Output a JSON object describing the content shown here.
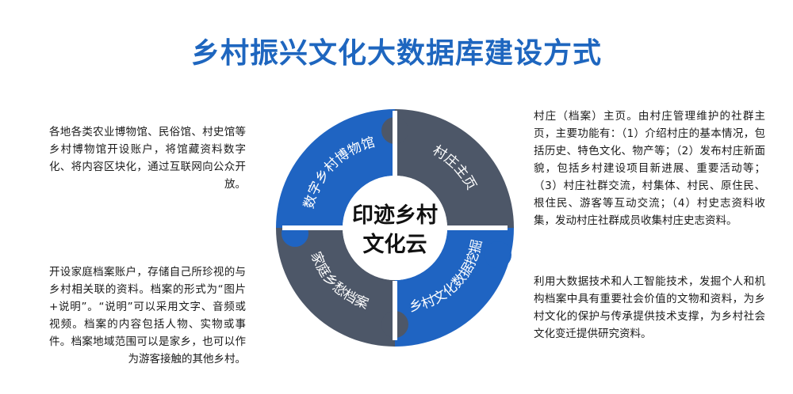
{
  "title": "乡村振兴文化大数据库建设方式",
  "center": {
    "line1": "印迹乡村",
    "line2": "文化云"
  },
  "segments": {
    "top_left": {
      "label": "数字乡村博物馆",
      "color": "#1f64c2"
    },
    "top_right": {
      "label": "村庄主页",
      "color": "#4d5768"
    },
    "bottom_right": {
      "label": "乡村文化数据挖掘",
      "color": "#1f64c2"
    },
    "bottom_left": {
      "label": "家庭乡愁档案",
      "color": "#4d5768"
    }
  },
  "texts": {
    "left_top": "各地各类农业博物馆、民俗馆、村史馆等乡村博物馆开设账户，将馆藏资料数字化、将内容区块化，通过互联网向公众开放。",
    "left_bottom": "开设家庭档案账户，存储自己所珍视的与乡村相关联的资料。档案的形式为“图片+说明”。“说明”可以采用文字、音频或视频。档案的内容包括人物、实物或事件。档案地域范围可以是家乡，也可以作为游客接触的其他乡村。",
    "right_top": "村庄（档案）主页。由村庄管理维护的社群主页，主要功能有：（1）介绍村庄的基本情况，包括历史、特色文化、物产等；（2）发布村庄新面貌，包括乡村建设项目新进展、重要活动等；（3）村庄社群交流，村集体、村民、原住民、根住民、游客等互动交流；（4）村史志资料收集，发动村庄社群成员收集村庄史志资料。",
    "right_bottom": "利用大数据技术和人工智能技术，发掘个人和机构档案中具有重要社会价值的文物和资料，为乡村文化的保护与传承提供技术支撑，为乡村社会文化变迁提供研究资料。"
  }
}
